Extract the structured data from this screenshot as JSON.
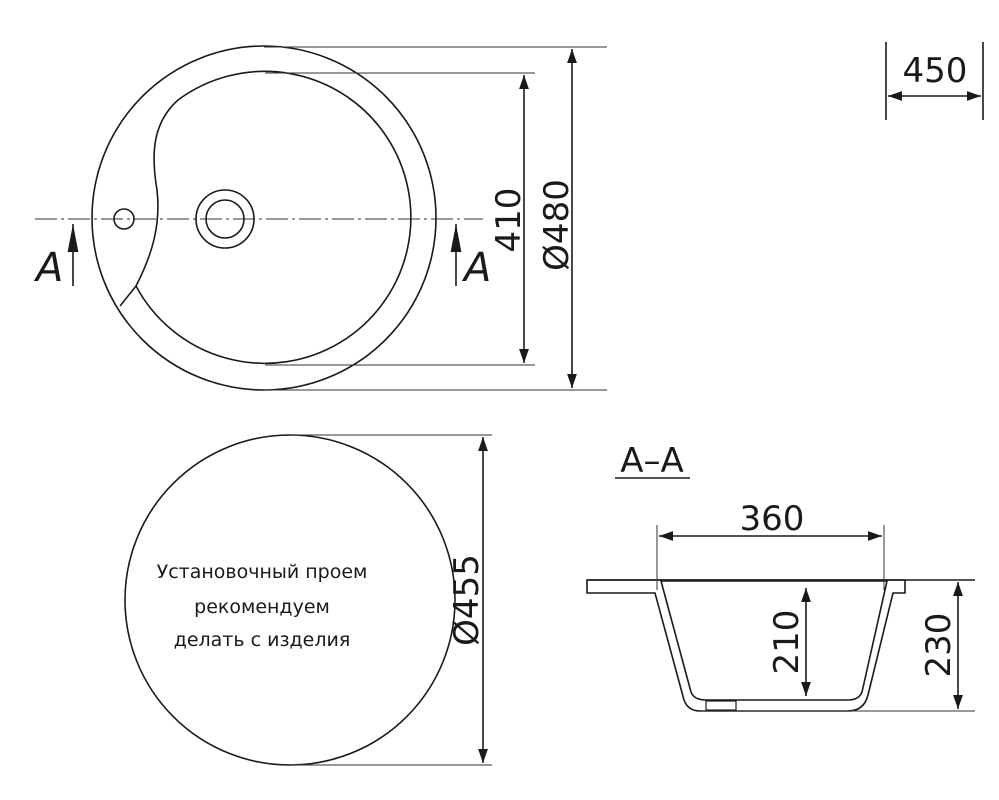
{
  "top_view": {
    "section_mark_left": "A",
    "section_mark_right": "A",
    "dim_inner": "410",
    "dim_outer": "Ø480"
  },
  "depth_dim": "450",
  "cutout_view": {
    "note_lines": [
      "Установочный проем",
      "рекомендуем",
      "делать с изделия"
    ],
    "dim_diameter": "Ø455"
  },
  "section_view": {
    "title": "A–A",
    "dim_width": "360",
    "dim_bowl_depth": "210",
    "dim_total_depth": "230"
  },
  "colors": {
    "line": "#1a1a1a",
    "background": "#ffffff"
  }
}
